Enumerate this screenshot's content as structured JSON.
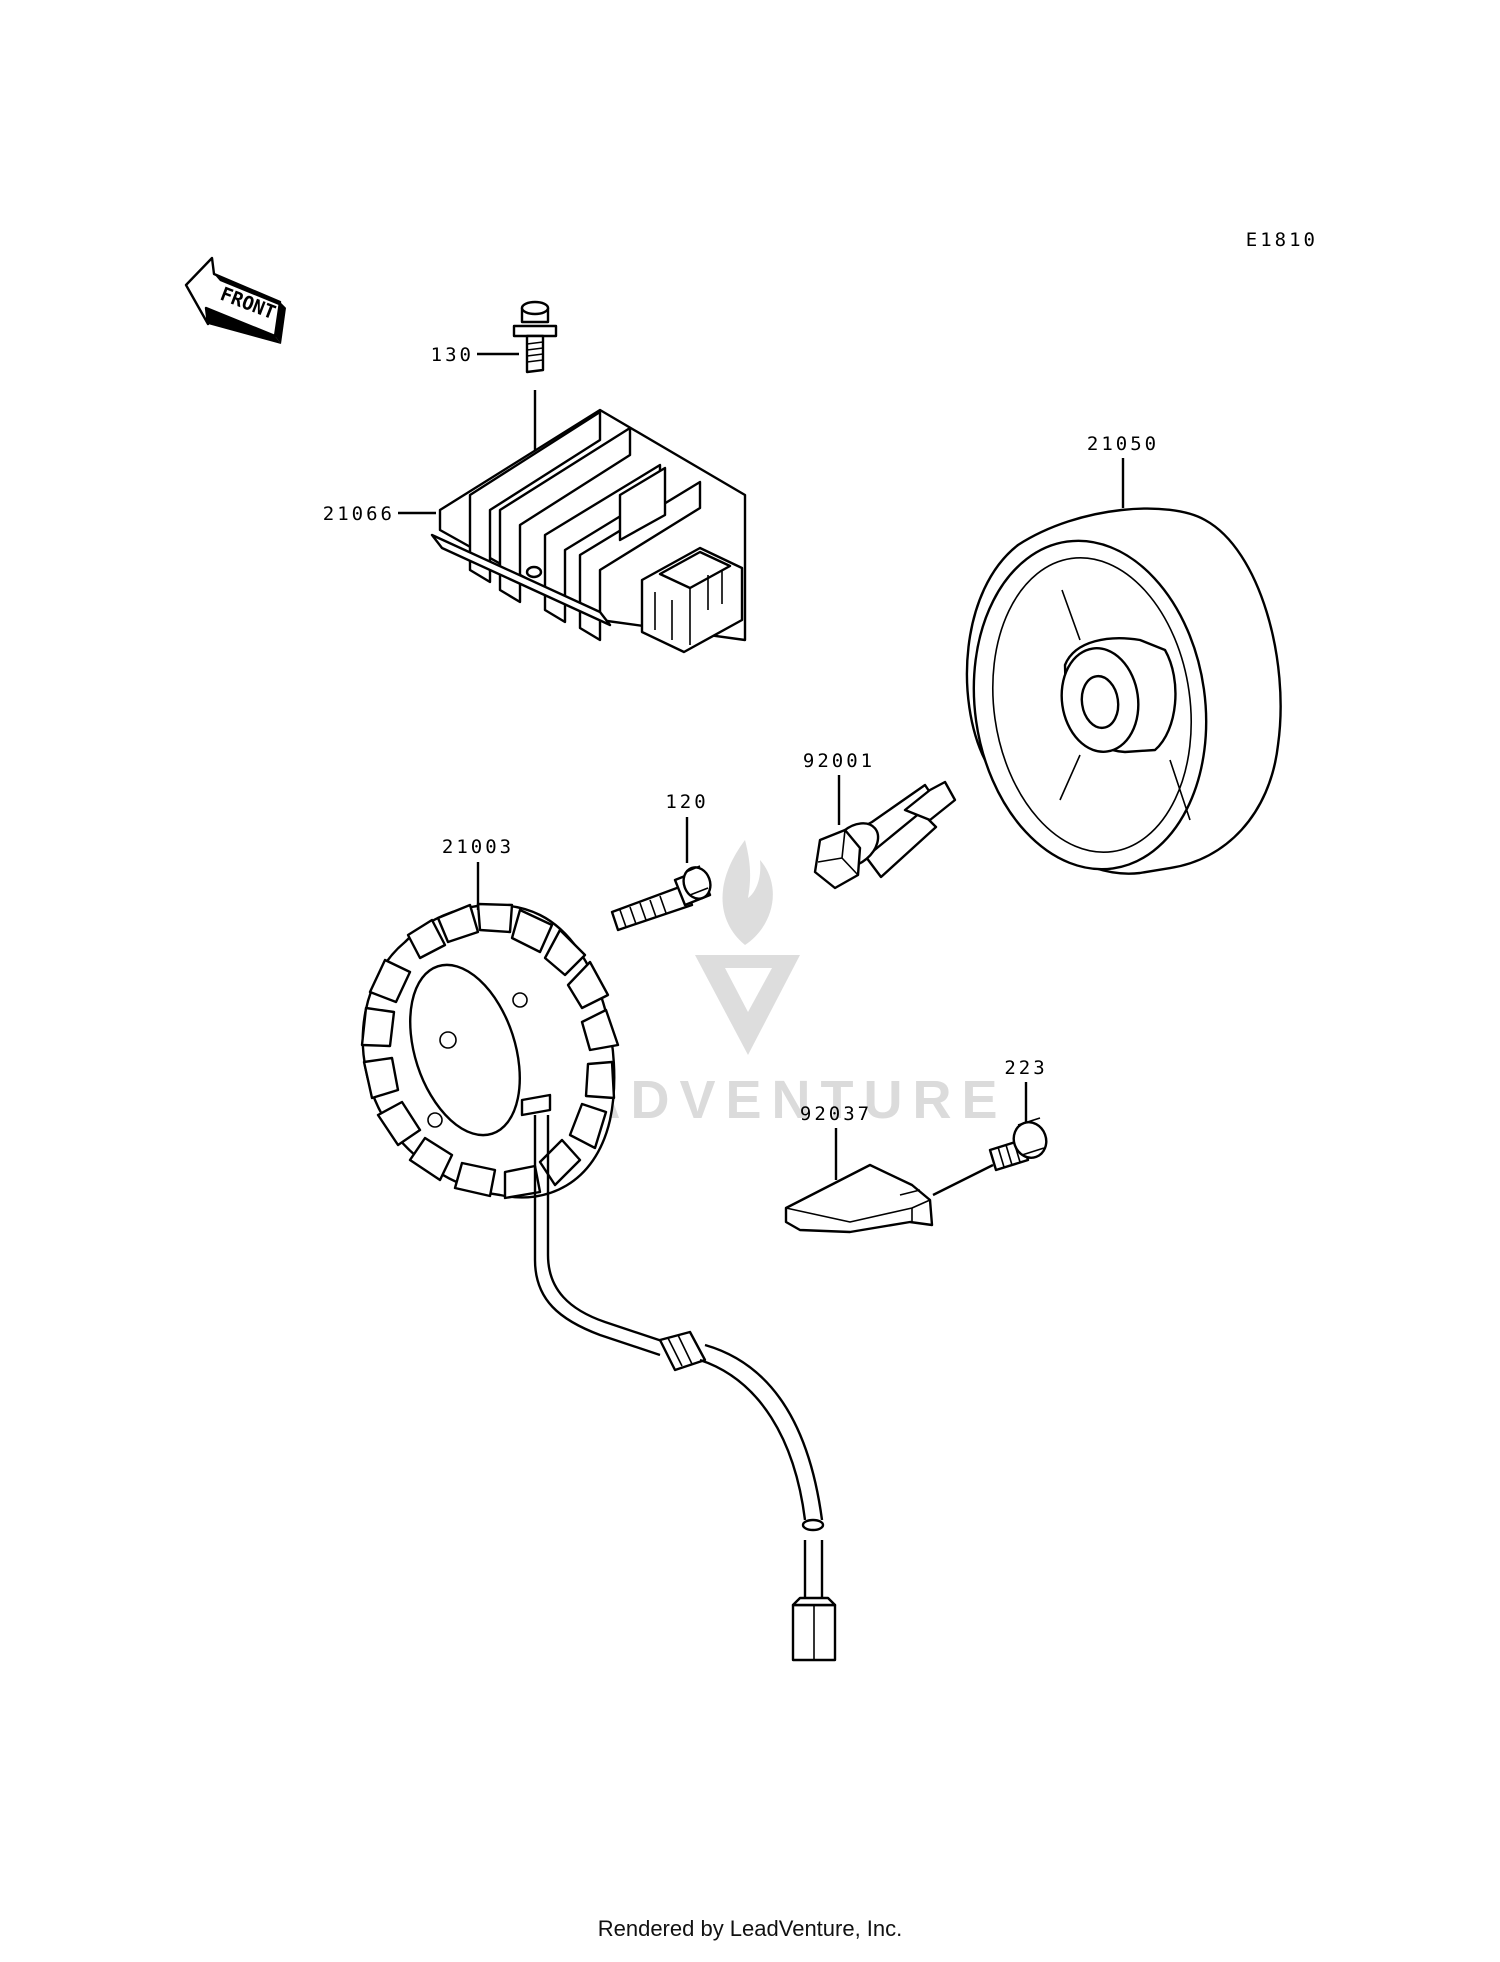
{
  "diagram_code": "E1810",
  "front_label": "FRONT",
  "watermark": {
    "text": "LEADVENTURE",
    "color": "#d4d4d4"
  },
  "callouts": [
    {
      "id": "c130",
      "label": "130"
    },
    {
      "id": "c21066",
      "label": "21066"
    },
    {
      "id": "c21050",
      "label": "21050"
    },
    {
      "id": "c92001",
      "label": "92001"
    },
    {
      "id": "c120",
      "label": "120"
    },
    {
      "id": "c21003",
      "label": "21003"
    },
    {
      "id": "c223",
      "label": "223"
    },
    {
      "id": "c92037",
      "label": "92037"
    }
  ],
  "parts": {
    "regulator": "regulator-rectifier-icon",
    "flywheel": "flywheel-rotor-icon",
    "stator": "stator-coil-icon",
    "bolt_large": "flange-bolt-icon",
    "bolt_small": "socket-bolt-icon",
    "screw": "screw-icon",
    "clamp": "wire-clamp-icon"
  },
  "footer": "Rendered by LeadVenture, Inc."
}
